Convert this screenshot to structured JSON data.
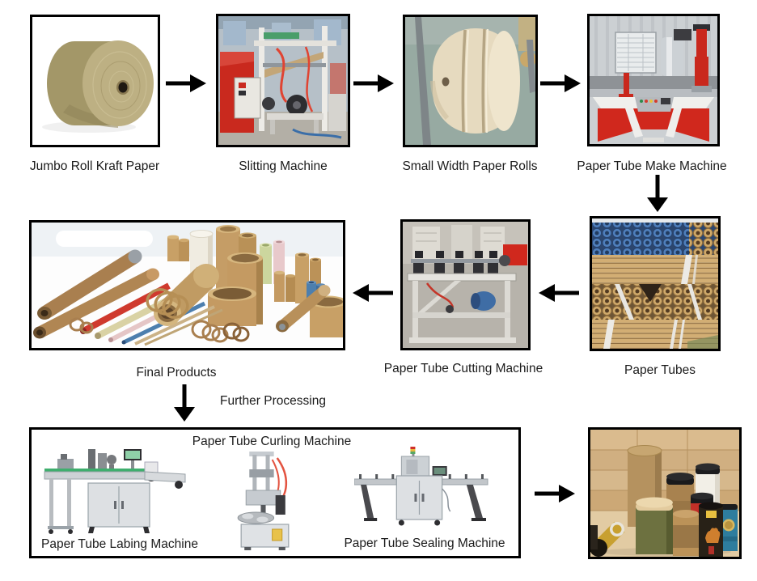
{
  "diagram_title": "Paper tube production process flow",
  "stages": {
    "jumbo_roll_kraft_paper": {
      "label": "Jumbo Roll Kraft Paper"
    },
    "slitting_machine": {
      "label": "Slitting Machine"
    },
    "small_width_paper_rolls": {
      "label": "Small Width Paper Rolls"
    },
    "paper_tube_make_machine": {
      "label": "Paper Tube Make Machine"
    },
    "paper_tubes": {
      "label": "Paper Tubes"
    },
    "paper_tube_cutting_machine": {
      "label": "Paper Tube Cutting Machine"
    },
    "final_products": {
      "label": "Final Products"
    },
    "paper_tube_labing_machine": {
      "label": "Paper Tube Labing Machine"
    },
    "paper_tube_curling_machine": {
      "label": "Paper Tube Curling Machine"
    },
    "paper_tube_sealing_machine": {
      "label": "Paper Tube Sealing Machine"
    }
  },
  "annotations": {
    "further_processing": "Further Processing"
  },
  "connections": [
    {
      "from": "Jumbo Roll Kraft Paper",
      "to": "Slitting Machine",
      "direction": "right"
    },
    {
      "from": "Slitting Machine",
      "to": "Small Width Paper Rolls",
      "direction": "right"
    },
    {
      "from": "Small Width Paper Rolls",
      "to": "Paper Tube Make Machine",
      "direction": "right"
    },
    {
      "from": "Paper Tube Make Machine",
      "to": "Paper Tubes",
      "direction": "down"
    },
    {
      "from": "Paper Tubes",
      "to": "Paper Tube Cutting Machine",
      "direction": "left"
    },
    {
      "from": "Paper Tube Cutting Machine",
      "to": "Final Products",
      "direction": "left"
    },
    {
      "from": "Final Products",
      "to": "Further Processing machines",
      "direction": "down"
    },
    {
      "from": "Further Processing machines",
      "to": "Finished paper tube packaging",
      "direction": "right"
    }
  ],
  "colors": {
    "frame_border": "#000000",
    "arrow": "#000000",
    "caption_text": "#1b1b1b",
    "machine_red": "#d0281d",
    "kraft_tan": "#c09a62",
    "steel_gray": "#dde0e3",
    "tube_blue": "#4f7fbc",
    "background": "#ffffff"
  }
}
